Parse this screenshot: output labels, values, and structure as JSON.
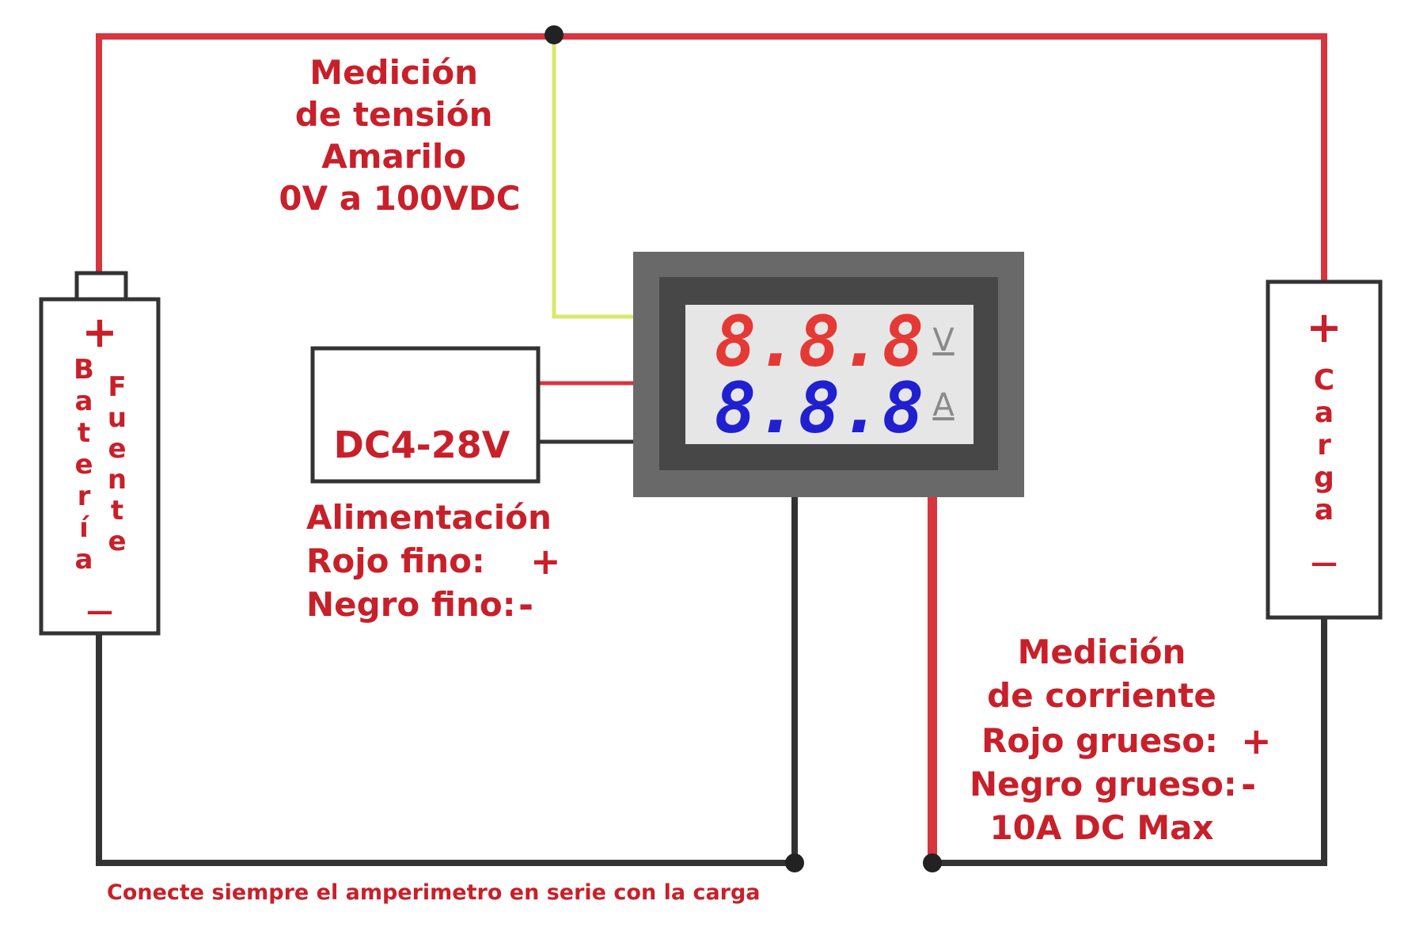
{
  "colors": {
    "positive_wire": "#d8353f",
    "negative_wire": "#333333",
    "sense_wire": "#d8e86a",
    "label_text": "#c8202a",
    "volt_digits": "#e53935",
    "amp_digits": "#2020d0",
    "meter_frame": "#696969",
    "meter_bezel": "#474747",
    "meter_screen": "#e6e6e6"
  },
  "voltage_label": {
    "lines": [
      "Medición",
      "de tensión",
      "Amarilo",
      "0V a 100VDC"
    ]
  },
  "meter": {
    "voltage_reading": "8.8.8",
    "voltage_unit": "V",
    "current_reading": "8.8.8",
    "current_unit": "A"
  },
  "power_supply": {
    "label": "DC4-28V"
  },
  "power_label": {
    "title": "Alimentación",
    "red_text": "Rojo fino:",
    "red_sign": "+",
    "black_text": "Negro fino:",
    "black_sign": "-"
  },
  "battery": {
    "plus": "+",
    "minus": "—",
    "word_left": "Batería",
    "word_right": "Fuente"
  },
  "load": {
    "plus": "+",
    "minus": "—",
    "word": "Carga"
  },
  "current_label": {
    "line1": "Medición",
    "line2": "de corriente",
    "red_text": "Rojo grueso:",
    "red_sign": "+",
    "black_text": "Negro grueso:",
    "black_sign": "-",
    "line5": "10A DC Max"
  },
  "footer_note": "Conecte siempre el amperimetro en serie con la carga"
}
